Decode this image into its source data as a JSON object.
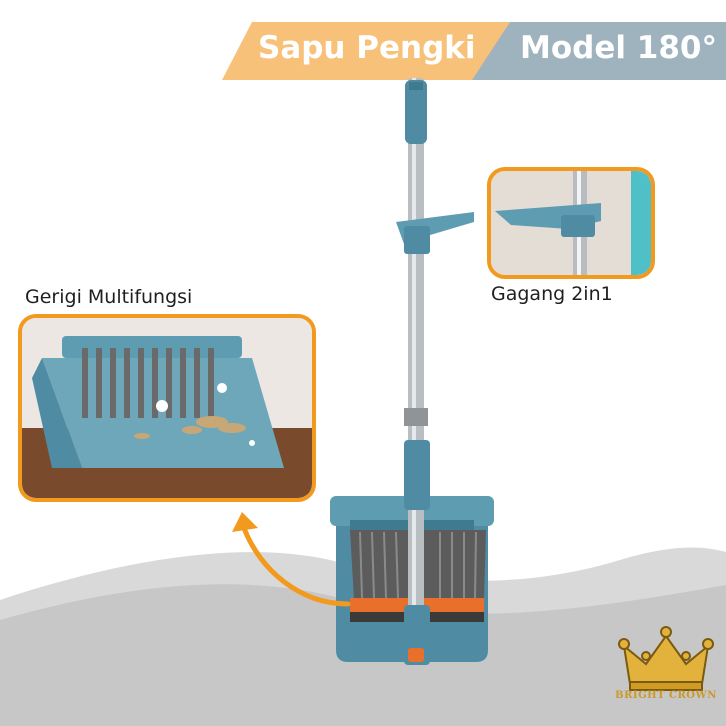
{
  "banner": {
    "left_title": "Sapu Pengki",
    "right_title": "Model 180°"
  },
  "captions": {
    "left": "Gerigi Multifungsi",
    "right": "Gagang 2in1"
  },
  "brand": {
    "name": "BRIGHT CROWN"
  },
  "colors": {
    "banner_orange": "#f8c17a",
    "banner_blue": "#9fb3bf",
    "inset_border": "#f29a1d",
    "product_blue": "#4f8ca3",
    "accent_orange": "#e8702a",
    "logo_gold": "#e2b23c"
  },
  "icons": {
    "arrow": "curved-arrow-icon",
    "logo": "crown-icon"
  }
}
